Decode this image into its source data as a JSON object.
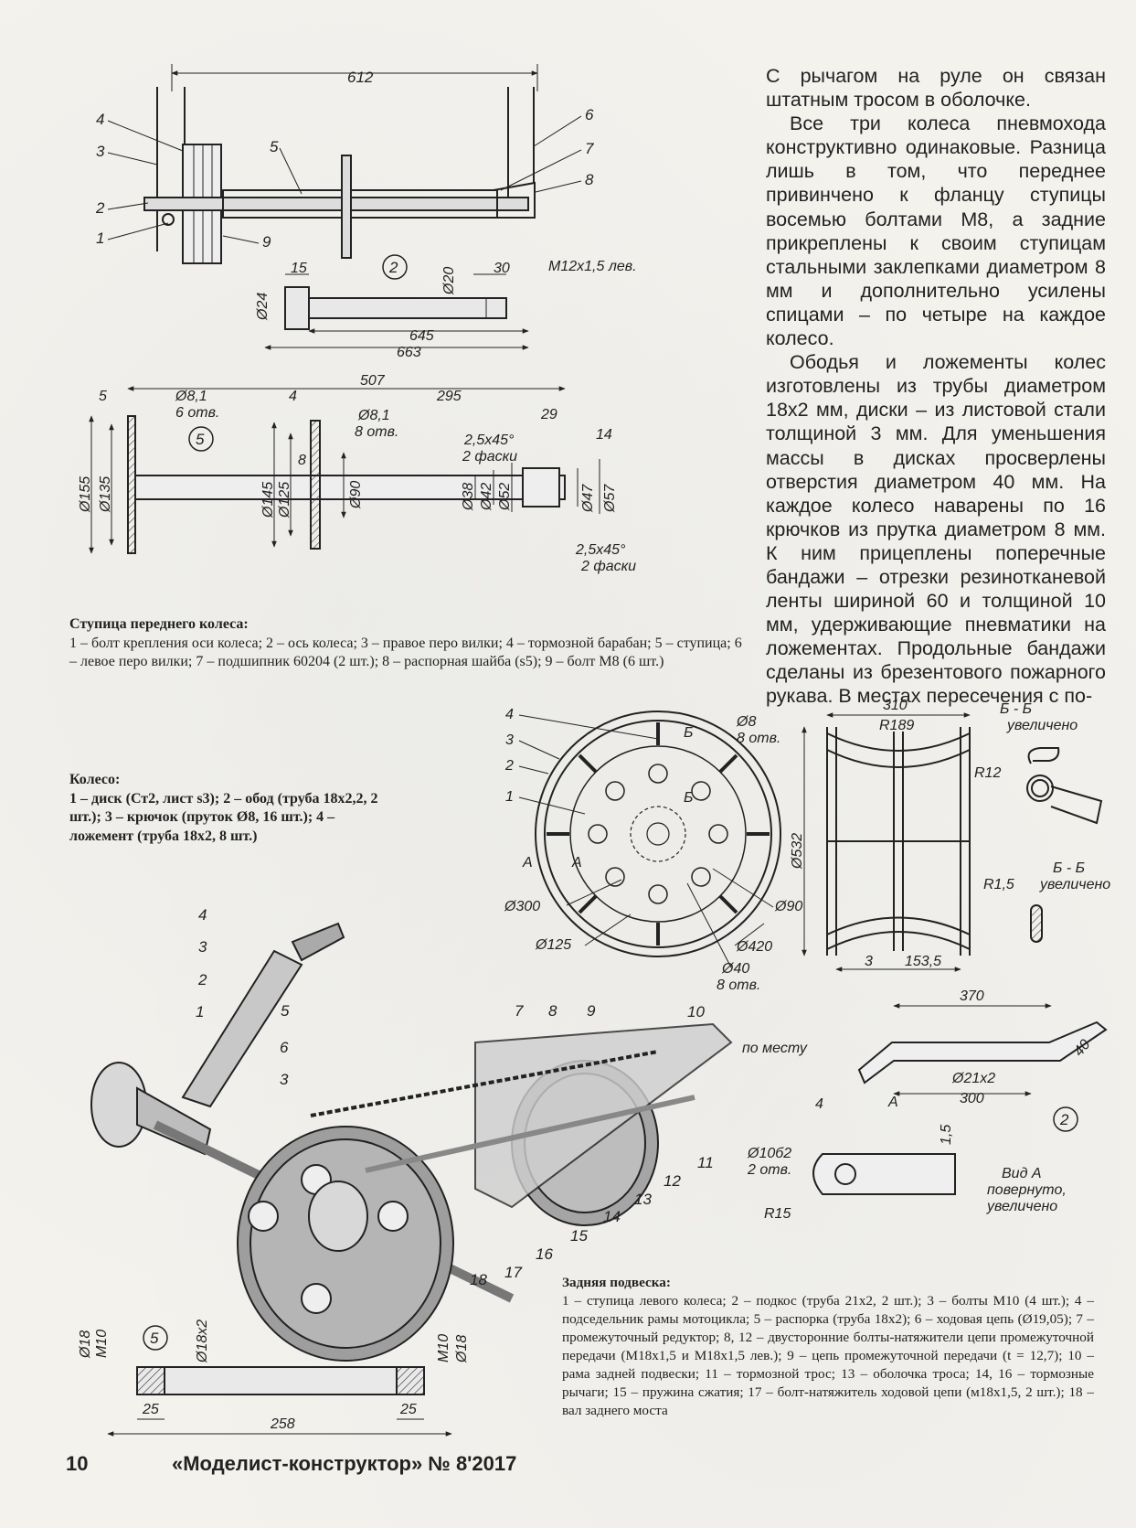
{
  "article": {
    "paragraphs": [
      "С рычагом на руле он связан штатным тросом в оболочке.",
      "Все три колеса пневмохода конструктивно одинаковые. Разница лишь в том, что переднее привинчено к фланцу ступицы восемью болтами М8, а задние прикреплены к своим ступицам стальными заклепками диаметром 8 мм и дополнительно усилены спицами – по четыре на каждое колесо.",
      "Ободья и ложементы колес изготовлены из трубы диаметром 18х2 мм, диски – из листовой стали толщиной 3 мм. Для уменьшения массы в дисках просверлены отверстия диаметром 40 мм. На каждое колесо наварены по 16 крючков из прутка диаметром 8 мм. К ним прицеплены поперечные бандажи – отрезки резинотканевой ленты шириной 60 и толщиной 10 мм, удерживающие пневматики на ложементах. Продольные бандажи сделаны из брезентового пожарного рукава. В местах пересечения с по-"
    ]
  },
  "captions": {
    "hub_title": "Ступица переднего колеса:",
    "hub_text": "1 – болт крепления оси колеса; 2 – ось колеса; 3 – правое перо вилки; 4 – тормозной барабан; 5 – ступица; 6 – левое перо вилки; 7 – подшипник 60204 (2 шт.); 8 – распорная шайба (s5); 9 – болт М8 (6 шт.)",
    "wheel_title": "Колесо:",
    "wheel_text": "1 – диск (Ст2, лист s3); 2 – обод (труба 18х2,2, 2 шт.); 3 – крючок (пруток Ø8, 16 шт.); 4 – ложемент (труба 18х2, 8 шт.)",
    "rear_title": "Задняя подвеска:",
    "rear_text": "1 – ступица левого колеса; 2 – подкос (труба 21х2, 2 шт.); 3 – болты М10 (4 шт.); 4 – подседельник рамы мотоцикла; 5 – распорка (труба 18х2); 6 – ходовая цепь (Ø19,05); 7 – промежуточный редуктор; 8, 12 – двусторонние болты-натяжители цепи промежуточной передачи (М18х1,5 и М18х1,5 лев.); 9 – цепь промежуточной передачи (t = 12,7); 10 – рама задней подвески; 11 – тормозной трос; 13 – оболочка троса; 14, 16 – тормозные рычаги; 15 – пружина сжатия; 17 – болт-натяжитель ходовой цепи (м18х1,5, 2 шт.); 18 – вал заднего моста"
  },
  "footer": {
    "page_number": "10",
    "journal": "«Моделист-конструктор» № 8'2017"
  },
  "drawing_labels": {
    "hub": {
      "dim_612": "612",
      "callouts": [
        "1",
        "2",
        "3",
        "4",
        "5",
        "6",
        "7",
        "8",
        "9"
      ]
    },
    "axle": {
      "circle": "2",
      "d15": "15",
      "d30": "30",
      "thread": "M12x1,5 лев.",
      "d24": "Ø24",
      "d20": "Ø20",
      "d645": "645",
      "d663": "663"
    },
    "hub_body": {
      "circle": "5",
      "d507": "507",
      "d5": "5",
      "d81a": "Ø8,1",
      "holes6": "6 отв.",
      "d4": "4",
      "d295": "295",
      "d81b": "Ø8,1",
      "holes8": "8 отв.",
      "d29": "29",
      "d14": "14",
      "ch1": "2,5x45°",
      "ch1b": "2 фаски",
      "d8": "8",
      "d155": "Ø155",
      "d135": "Ø135",
      "d145": "Ø145",
      "d125": "Ø125",
      "d90": "Ø90",
      "d38": "Ø38",
      "d42": "Ø42",
      "d52": "Ø52",
      "d47": "Ø47",
      "d57": "Ø57",
      "ch2": "2,5x45°",
      "ch2b": "2 фаски"
    },
    "wheel": {
      "callouts": [
        "4",
        "3",
        "2",
        "1"
      ],
      "B": "Б",
      "B2": "Б",
      "d8": "Ø8",
      "holes8": "8 отв.",
      "A1": "А",
      "A2": "А",
      "d300": "Ø300",
      "d125": "Ø125",
      "d40": "Ø40",
      "holes8b": "8 отв.",
      "d420": "Ø420",
      "d90": "Ø90",
      "d532": "Ø532",
      "d310": "310",
      "r189": "R189",
      "d3": "3",
      "d1535": "153,5"
    },
    "section": {
      "bb1": "Б - Б",
      "enl1": "увеличено",
      "r12": "R12",
      "bb2": "Б - Б",
      "enl2": "увеличено",
      "r15": "R1,5"
    },
    "brace": {
      "d370": "370",
      "d40": "40",
      "place": "по месту",
      "d4": "4",
      "A": "А",
      "pipe": "Ø21x2",
      "d300": "300",
      "circle": "2",
      "d15": "1,5",
      "hole": "Ø10б2",
      "holes2": "2 отв.",
      "r15": "R15",
      "viewA": "Вид А",
      "rot": "повернуто,",
      "enl": "увеличено"
    },
    "rear": {
      "callouts": [
        "4",
        "3",
        "2",
        "5",
        "1",
        "6",
        "3",
        "7",
        "8",
        "9",
        "10",
        "11",
        "12",
        "13",
        "14",
        "15",
        "16",
        "17",
        "18"
      ]
    },
    "spacer": {
      "d18a": "Ø18",
      "m10a": "M10",
      "circle": "5",
      "d18x2": "Ø18x2",
      "m10b": "M10",
      "d18b": "Ø18",
      "d25a": "25",
      "d25b": "25",
      "d258": "258"
    }
  }
}
